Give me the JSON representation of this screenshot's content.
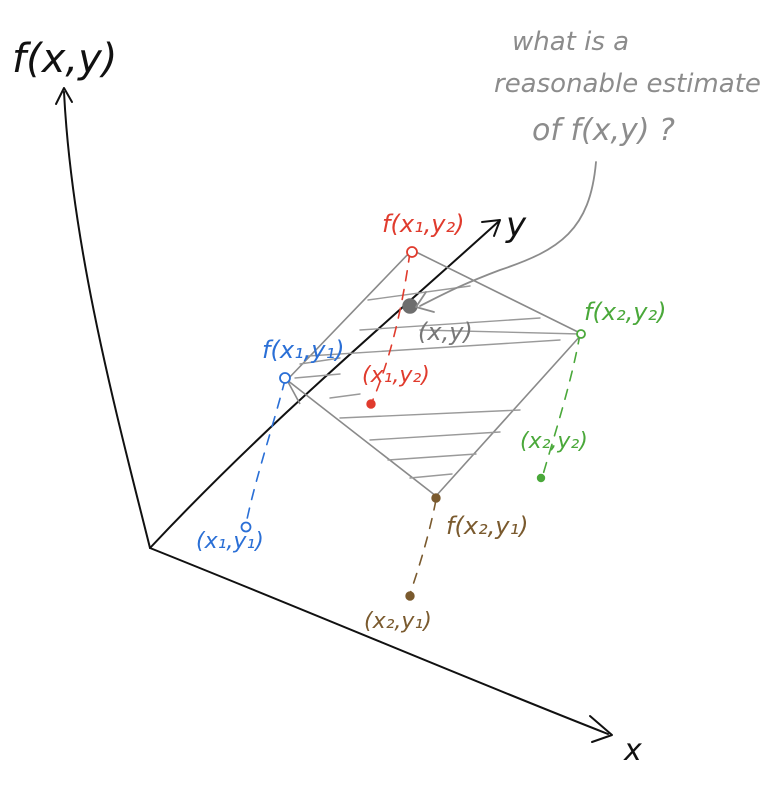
{
  "axes": {
    "vertical": "f(x,y)",
    "depth": "y",
    "horizontal": "x"
  },
  "question": {
    "lines": [
      "what is a",
      "reasonable estimate",
      "of f(x,y) ?"
    ],
    "color": "#8c8c8c"
  },
  "points": {
    "x1y1": {
      "surface_label": "f(x₁,y₁)",
      "base_label": "(x₁,y₁)",
      "color": "#2a6fd6"
    },
    "x1y2": {
      "surface_label": "f(x₁,y₂)",
      "base_label": "(x₁,y₂)",
      "color": "#e03b2d"
    },
    "x2y2": {
      "surface_label": "f(x₂,y₂)",
      "base_label": "(x₂,y₂)",
      "color": "#4aa83a"
    },
    "x2y1": {
      "surface_label": "f(x₂,y₁)",
      "base_label": "(x₂,y₁)",
      "color": "#7a5a2e"
    },
    "target": {
      "label": "(x,y)",
      "color": "#777777"
    }
  },
  "colors": {
    "axis": "#111111",
    "plane": "#8a8a8a",
    "background": "#ffffff"
  }
}
